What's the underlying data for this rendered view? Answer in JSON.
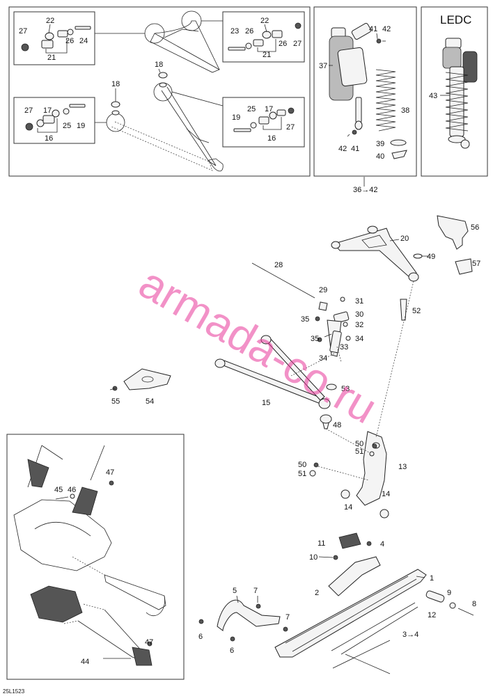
{
  "doc_code": "25L1523",
  "watermark": "armada-co.ru",
  "ledc_title": "LEDC",
  "group_ref": "36→42",
  "ski_ref": "3→4",
  "labels": {
    "l1": "1",
    "l2": "2",
    "l4": "4",
    "l5": "5",
    "l6a": "6",
    "l6b": "6",
    "l7a": "7",
    "l7b": "7",
    "l8": "8",
    "l9": "9",
    "l10": "10",
    "l11": "11",
    "l12": "12",
    "l13": "13",
    "l14a": "14",
    "l14b": "14",
    "l15": "15",
    "l16a": "16",
    "l16b": "16",
    "l17a": "17",
    "l17b": "17",
    "l18a": "18",
    "l18b": "18",
    "l19a": "19",
    "l19b": "19",
    "l20": "20",
    "l21a": "21",
    "l21b": "21",
    "l22a": "22",
    "l22b": "22",
    "l23": "23",
    "l24": "24",
    "l25a": "25",
    "l25b": "25",
    "l26a": "26",
    "l26b": "26",
    "l26c": "26",
    "l27a": "27",
    "l27b": "27",
    "l27c": "27",
    "l27d": "27",
    "l28": "28",
    "l29": "29",
    "l30": "30",
    "l31": "31",
    "l32": "32",
    "l33": "33",
    "l34a": "34",
    "l34b": "34",
    "l35a": "35",
    "l35b": "35",
    "l37": "37",
    "l38": "38",
    "l39": "39",
    "l40": "40",
    "l41a": "41",
    "l41b": "41",
    "l42a": "42",
    "l42b": "42",
    "l43": "43",
    "l44": "44",
    "l45": "45",
    "l46": "46",
    "l47a": "47",
    "l47b": "47",
    "l48": "48",
    "l49": "49",
    "l50a": "50",
    "l50b": "50",
    "l51a": "51",
    "l51b": "51",
    "l52": "52",
    "l53": "53",
    "l54": "54",
    "l55": "55",
    "l56": "56",
    "l57": "57"
  }
}
